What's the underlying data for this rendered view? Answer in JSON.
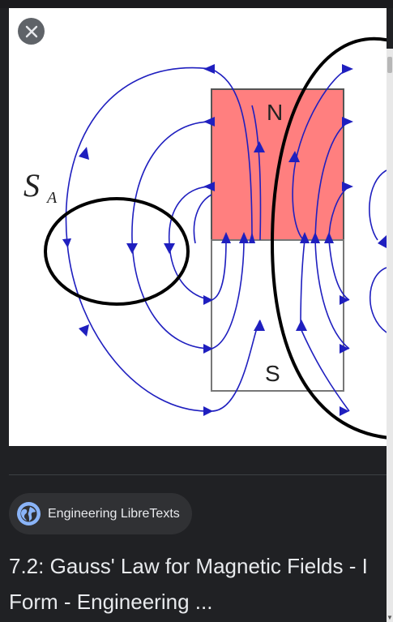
{
  "preview": {
    "close_label": "Close",
    "diagram": {
      "north_label": "N",
      "south_label": "S",
      "surface_label_letter": "S",
      "surface_label_sub": "A"
    }
  },
  "result": {
    "source_name": "Engineering LibreTexts",
    "title_line1": "7.2: Gauss' Law for Magnetic Fields - I",
    "title_line2": "Form - Engineering ..."
  },
  "colors": {
    "background": "#202124",
    "chip": "#303134",
    "text": "#e8eaed",
    "field_lines": "#1f1fbf",
    "north_pole": "#ff7f7f"
  }
}
